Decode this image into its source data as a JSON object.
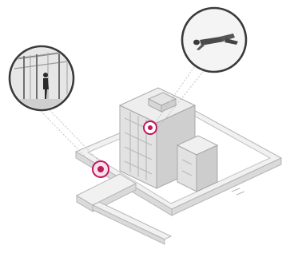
{
  "diagram": {
    "perimeter_label": "",
    "callouts": [
      {
        "name": "camera-view-left",
        "depicts": "person-at-fence-silhouette"
      },
      {
        "name": "camera-view-right",
        "depicts": "intruder-crawling"
      }
    ],
    "markers": [
      {
        "name": "sensor-marker-building",
        "color": "#c2185b"
      },
      {
        "name": "sensor-marker-fence",
        "color": "#c2185b"
      }
    ],
    "colors": {
      "accent": "#c2185b",
      "line": "#b8b8b8",
      "wall_top": "#f1f1f1",
      "wall_side": "#dadada",
      "callout_ring": "#3a3a3a"
    }
  }
}
